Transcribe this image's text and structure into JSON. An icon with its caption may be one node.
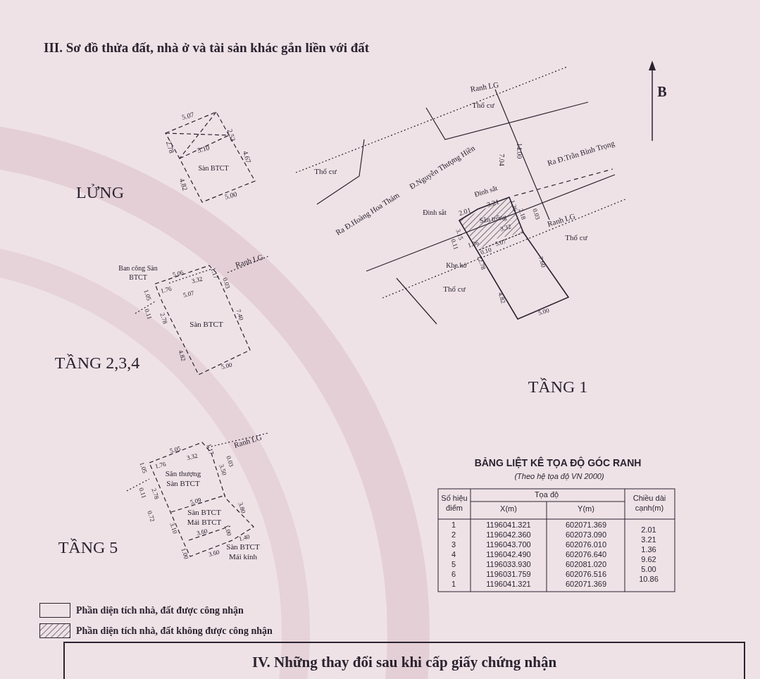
{
  "diagram": {
    "title": "III. Sơ đồ thửa đất, nhà ở và tài sản khác gắn liền với đất",
    "nodes": [
      {
        "text": [
          "IV. Những thay đổi sau khi cấp giấy chứng nhận"
        ]
      }
    ],
    "edges": [],
    "labels": [
      "B",
      "Ranh LG",
      "Thổ cư",
      "Thổ cư",
      "Đ.Nguyễn Thượng Hiền",
      "7.04",
      "14.00",
      "Ra Đ.Trần Bình Trọng",
      "Ra Đ.Hoàng Hoa Thám",
      "Đinh sắt",
      "3.21",
      "Đinh sắt",
      "2.01",
      "1.36",
      "2.18",
      "0.03",
      "Sân trống",
      "3.32",
      "Ranh LG",
      "Thổ cư",
      "3.15",
      "1.86",
      "5.07",
      "0.11",
      "0.10",
      "12.78",
      "Khe hở",
      "7.60",
      "Thổ cư",
      "4.82",
      "5.00",
      "TẦNG 1",
      "5.07",
      "2.53",
      "2.78",
      "5.10",
      "4.67",
      "Sàn BTCT",
      "4.82",
      "5.00",
      "LỬNG",
      "Ban công Sàn BTCT",
      "Ranh LG",
      "5.06",
      "3.32",
      "1.17",
      "0.03",
      "1.76",
      "5.07",
      "1.05",
      "0.11",
      "2.78",
      "7.40",
      "Sàn BTCT",
      "4.82",
      "5.00",
      "TẦNG 2,3,4",
      "Ranh LG",
      "5.05",
      "3.32",
      "1.17",
      "0.03",
      "1.76",
      "1.05",
      "Sân thượng Sàn BTCT",
      "3.50",
      "0.11",
      "2.78",
      "5.09",
      "3.80",
      "0.72",
      "Sàn BTCT Mái BTCT",
      "3.10",
      "3.60",
      "1.00",
      "1.40",
      "1.00",
      "3.60",
      "Sàn BTCT Mái kính",
      "TẦNG 5",
      "BẢNG LIỆT KÊ TỌA ĐỘ GÓC RANH",
      "(Theo hệ tọa độ VN 2000)",
      "Số hiệu điểm",
      "Tọa độ",
      "Chiều dài cạnh(m)",
      "X(m)",
      "Y(m)",
      "1",
      "1196041.321",
      "602071.369",
      "2.01",
      "2",
      "1196042.360",
      "602073.090",
      "3.21",
      "3",
      "1196043.700",
      "602076.010",
      "1.36",
      "4",
      "1196042.490",
      "602076.640",
      "9.62",
      "5",
      "1196033.930",
      "602081.020",
      "5.00",
      "6",
      "1196031.759",
      "602076.516",
      "10.86",
      "1",
      "1196041.321",
      "602071.369"
    ],
    "legend": [
      {
        "text": "Phần diện tích nhà, đất được công nhận"
      },
      {
        "text": "Phần diện tích nhà, đất không được công nhận"
      }
    ]
  }
}
